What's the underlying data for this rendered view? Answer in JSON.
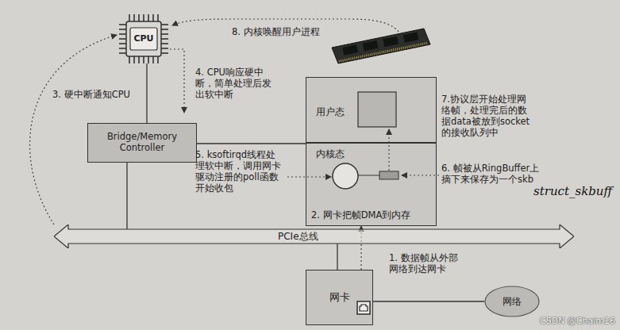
{
  "diagram": {
    "nodes": [
      {
        "text": [
          "CPU"
        ]
      },
      {
        "text": [
          "Bridge/Memory Controller"
        ]
      },
      {
        "text": [
          "用户态"
        ]
      },
      {
        "text": [
          "内核态"
        ]
      },
      {
        "text": [
          "PCIe总线"
        ]
      },
      {
        "text": [
          "网卡"
        ]
      },
      {
        "text": [
          "网络"
        ]
      }
    ],
    "edges": [
      {
        "from": 0,
        "to": 1,
        "arrow": "none"
      },
      {
        "from": 1,
        "to": 3,
        "arrow": "none"
      },
      {
        "from": 1,
        "to": 4,
        "arrow": "none"
      },
      {
        "from": 5,
        "to": 4,
        "arrow": "none"
      },
      {
        "from": 5,
        "to": 3,
        "arrow": "to"
      },
      {
        "from": 5,
        "to": 6,
        "arrow": "none"
      }
    ],
    "labels": [
      "8. 内核唤醒用户进程",
      "4. CPU响应硬中断，简单处理后发出软中断",
      "3. 硬中断通知CPU",
      "7.协议层开始处理网络帧，处理完后的数据data被放到socket的接收队列中",
      "5. ksoftirqd线程处理软中断，调用网卡驱动注册的poll函数开始收包",
      "6. 帧被从RingBuffer上摘下来保存为一个skb",
      "struct_skbuff",
      "2. 网卡把帧DMA到内存",
      "1. 数据帧从外部网络到达网卡",
      "CSDN @Chaim16"
    ]
  }
}
